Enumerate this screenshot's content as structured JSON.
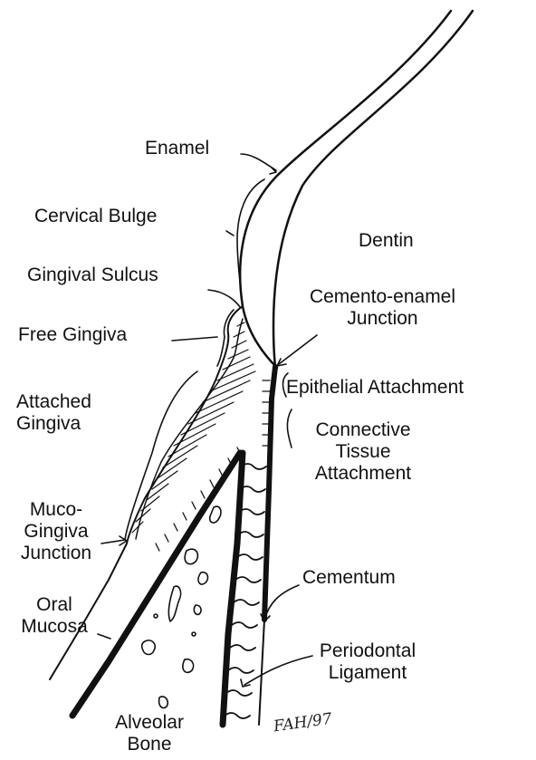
{
  "labels": {
    "enamel": "Enamel",
    "cervical_bulge": "Cervical Bulge",
    "dentin": "Dentin",
    "gingival_sulcus": "Gingival Sulcus",
    "cej_line1": "Cemento-enamel",
    "cej_line2": "Junction",
    "free_gingiva": "Free Gingiva",
    "epithelial_attachment": "Epithelial Attachment",
    "attached_gingiva_line1": "Attached",
    "attached_gingiva_line2": "Gingiva",
    "ct_attachment_line1": "Connective",
    "ct_attachment_line2": "Tissue",
    "ct_attachment_line3": "Attachment",
    "mgj_line1": "Muco-",
    "mgj_line2": "Gingiva",
    "mgj_line3": "Junction",
    "oral_mucosa_line1": "Oral",
    "oral_mucosa_line2": "Mucosa",
    "cementum": "Cementum",
    "pdl_line1": "Periodontal",
    "pdl_line2": "Ligament",
    "alveolar_bone_line1": "Alveolar",
    "alveolar_bone_line2": "Bone"
  },
  "signature": "FAH/97",
  "colors": {
    "ink": "#111111",
    "background": "#ffffff"
  }
}
